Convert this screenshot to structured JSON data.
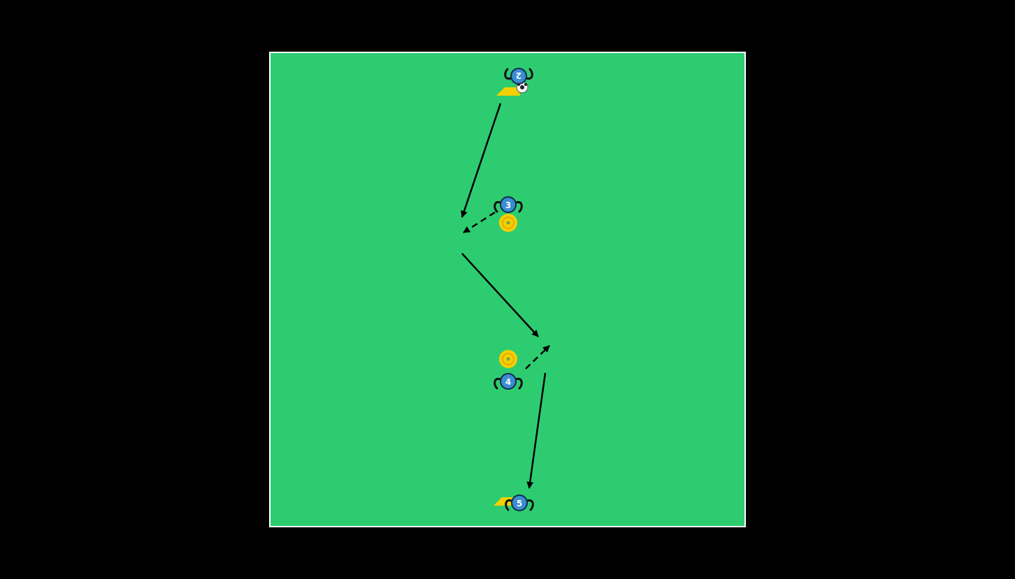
{
  "diagram": {
    "background_color": "#000000",
    "pitch_color": "#2ecc71",
    "line_color": "#ffffff",
    "player_color": "#3a8ed0",
    "arm_color": "#111111",
    "ball_colors": {
      "fill": "#f4f4f4",
      "patch": "#222222"
    },
    "cone_color": "#f5d000",
    "disc_color": "#f5d000",
    "arrow_color": "#000000"
  },
  "players": [
    {
      "id": "player-2",
      "label": "2",
      "upside_down": true,
      "has_ball": true
    },
    {
      "id": "player-3",
      "label": "3",
      "upside_down": false,
      "has_ball": false
    },
    {
      "id": "player-4",
      "label": "4",
      "upside_down": false,
      "has_ball": false
    },
    {
      "id": "player-5",
      "label": "5",
      "upside_down": false,
      "has_ball": false
    }
  ],
  "equipment": [
    {
      "type": "flat-cone"
    },
    {
      "type": "disc-marker"
    },
    {
      "type": "disc-marker"
    },
    {
      "type": "flat-cone"
    }
  ],
  "movements": [
    {
      "type": "pass",
      "from": "player-2",
      "style": "solid"
    },
    {
      "type": "run",
      "from": "player-3",
      "style": "dashed"
    },
    {
      "type": "pass",
      "from": "player-3",
      "style": "solid"
    },
    {
      "type": "run",
      "from": "player-4",
      "style": "dashed"
    },
    {
      "type": "pass",
      "from": "player-4",
      "style": "solid"
    }
  ]
}
